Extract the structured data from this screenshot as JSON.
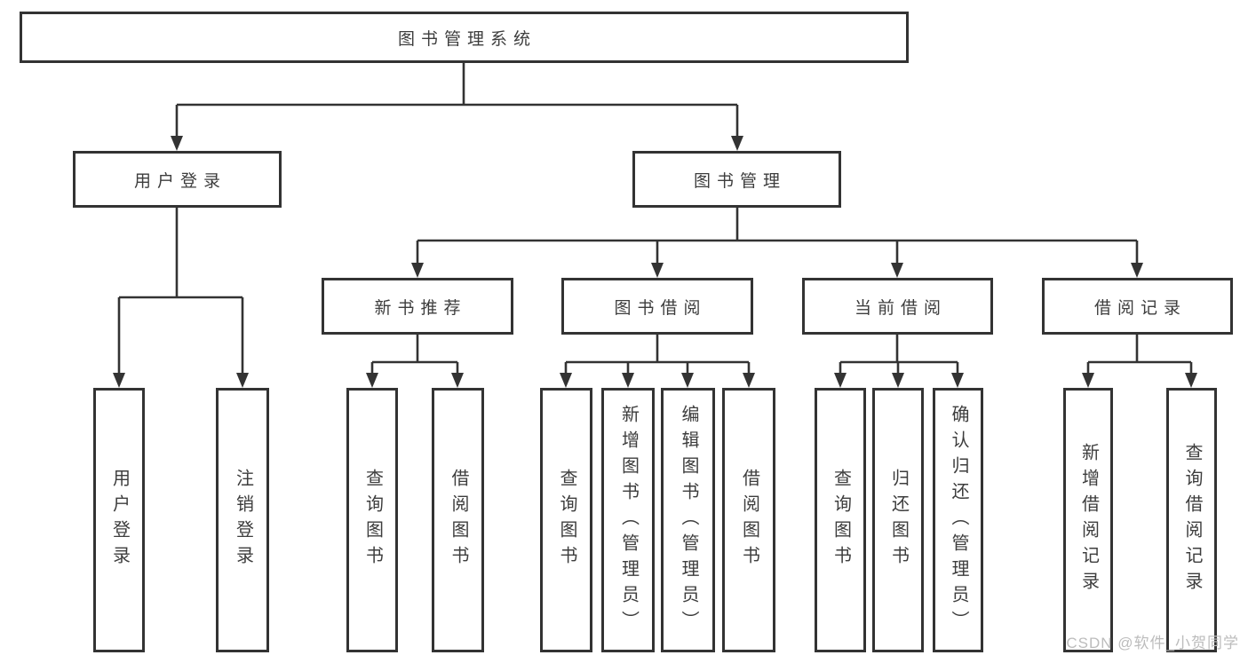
{
  "diagram": {
    "root": {
      "label": "图书管理系统"
    },
    "branches": [
      {
        "label": "用户登录",
        "children": [
          {
            "label": "用户登录"
          },
          {
            "label": "注销登录"
          }
        ]
      },
      {
        "label": "图书管理",
        "children": [
          {
            "label": "新书推荐",
            "children": [
              {
                "label": "查询图书"
              },
              {
                "label": "借阅图书"
              }
            ]
          },
          {
            "label": "图书借阅",
            "children": [
              {
                "label": "查询图书"
              },
              {
                "label": "新增图书（管理员）"
              },
              {
                "label": "编辑图书（管理员）"
              },
              {
                "label": "借阅图书"
              }
            ]
          },
          {
            "label": "当前借阅",
            "children": [
              {
                "label": "查询图书"
              },
              {
                "label": "归还图书"
              },
              {
                "label": "确认归还（管理员）"
              }
            ]
          },
          {
            "label": "借阅记录",
            "children": [
              {
                "label": "新增借阅记录"
              },
              {
                "label": "查询借阅记录"
              }
            ]
          }
        ]
      }
    ]
  },
  "watermark": {
    "text": "CSDN @软件_小贺同学"
  },
  "colors": {
    "line": "#333333",
    "text": "#3d3d3d",
    "background": "#ffffff",
    "watermark": "#bcbcbc"
  }
}
